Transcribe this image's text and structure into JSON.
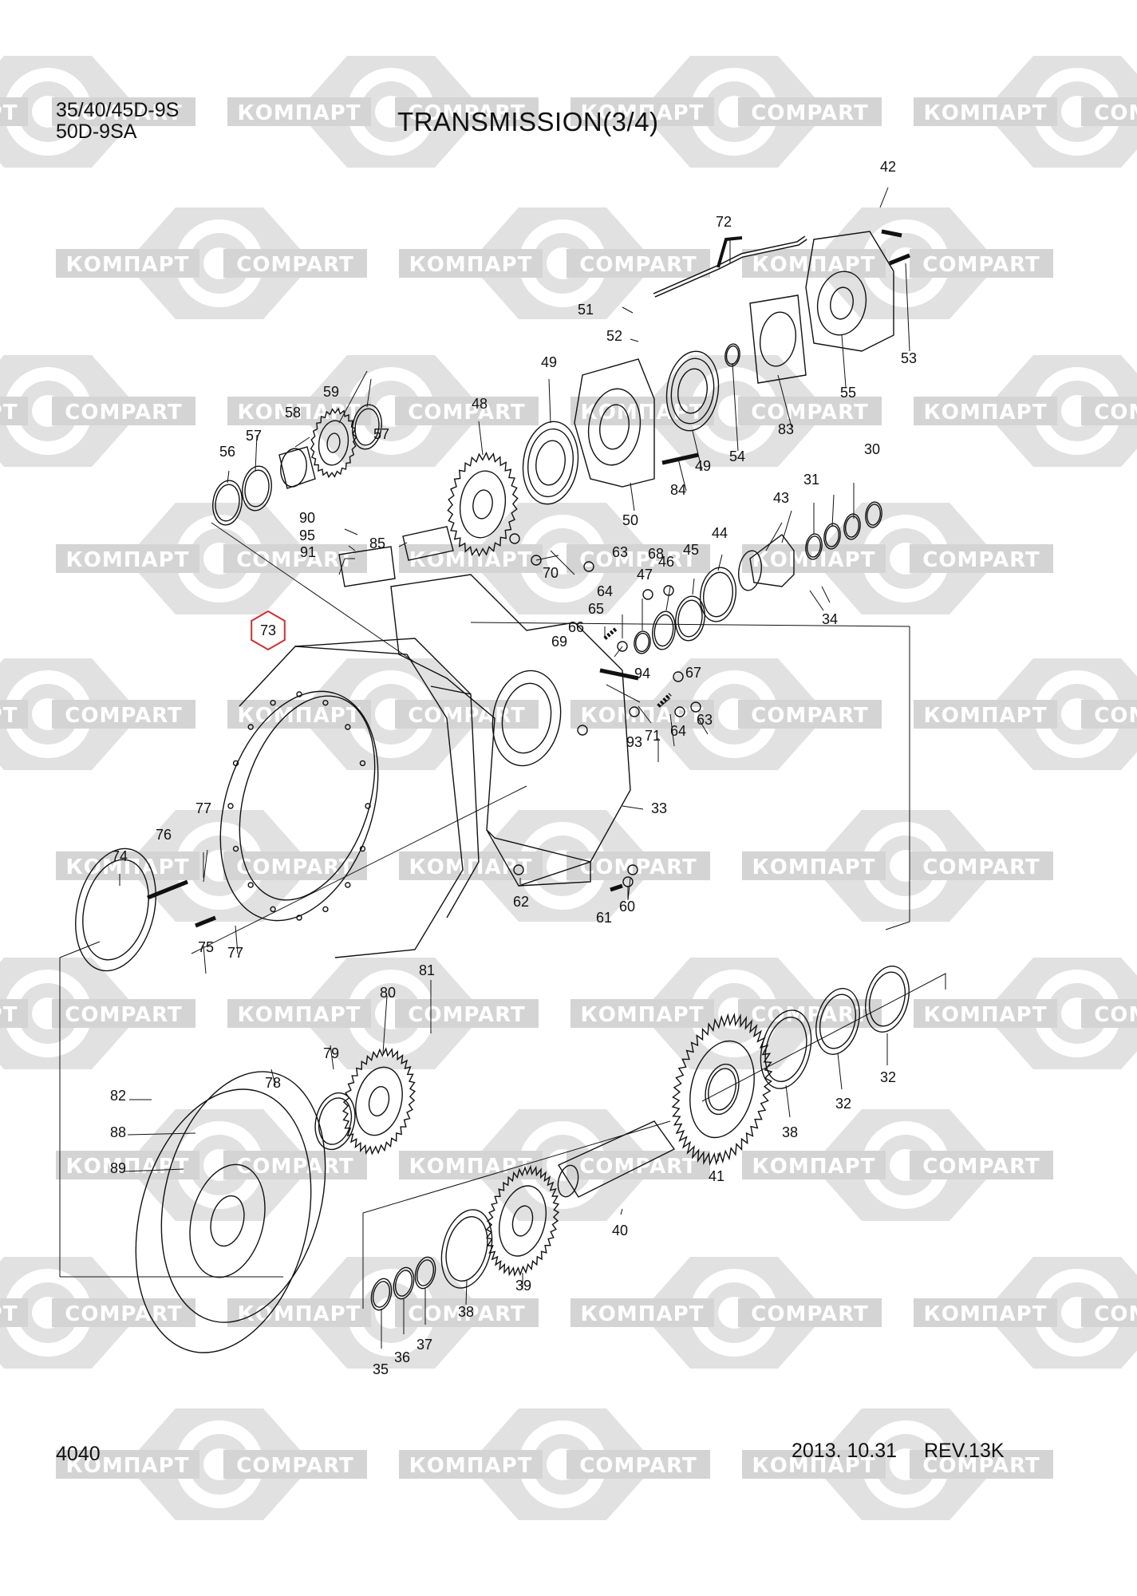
{
  "header": {
    "model_line1": "35/40/45D-9S",
    "model_line2": "50D-9SA",
    "title": "TRANSMISSION(3/4)"
  },
  "footer": {
    "page_number": "4040",
    "date": "2013. 10.31",
    "revision": "REV.13K"
  },
  "watermark": {
    "text_cyrillic": "КОМПАРТ",
    "text_latin": "COMPART",
    "color": "#d4d4d4"
  },
  "highlight": {
    "part": "73",
    "color": "#d03030"
  },
  "part_labels": [
    "30",
    "31",
    "32",
    "32",
    "33",
    "34",
    "35",
    "36",
    "37",
    "38",
    "38",
    "39",
    "40",
    "41",
    "42",
    "43",
    "44",
    "45",
    "46",
    "47",
    "48",
    "49",
    "49",
    "50",
    "51",
    "52",
    "53",
    "54",
    "55",
    "56",
    "57",
    "57",
    "58",
    "59",
    "60",
    "61",
    "62",
    "63",
    "63",
    "64",
    "64",
    "65",
    "66",
    "67",
    "68",
    "69",
    "70",
    "71",
    "72",
    "73",
    "74",
    "75",
    "76",
    "77",
    "77",
    "78",
    "79",
    "80",
    "81",
    "82",
    "83",
    "84",
    "85",
    "88",
    "89",
    "90",
    "91",
    "93",
    "94",
    "95"
  ]
}
